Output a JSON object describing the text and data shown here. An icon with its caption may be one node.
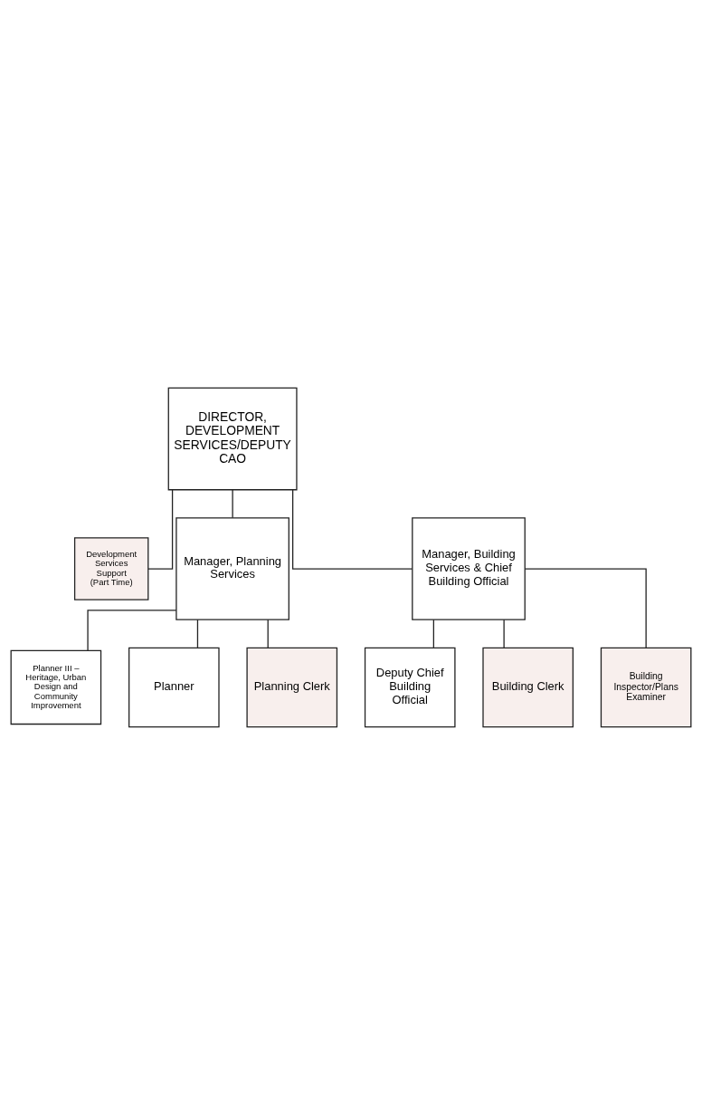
{
  "diagram": {
    "nodes": [
      {
        "text": [
          "DIRECTOR, DEVELOPMENT SERVICES/DEPUTY CAO"
        ]
      },
      {
        "text": [
          "Development Services Support (Part Time)"
        ]
      },
      {
        "text": [
          "Manager, Planning Services"
        ]
      },
      {
        "text": [
          "Manager, Building Services & Chief Building Official"
        ]
      },
      {
        "text": [
          "Planner III – Heritage, Urban Design and Community Improvement"
        ]
      },
      {
        "text": [
          "Planner"
        ]
      },
      {
        "text": [
          "Planning Clerk"
        ]
      },
      {
        "text": [
          "Deputy Chief Building Official"
        ]
      },
      {
        "text": [
          "Building Clerk"
        ]
      },
      {
        "text": [
          "Building Inspector/Plans Examiner"
        ]
      }
    ],
    "edges": [
      {
        "from": 0,
        "to": 1,
        "arrow": "none"
      },
      {
        "from": 0,
        "to": 2,
        "arrow": "none"
      },
      {
        "from": 0,
        "to": 3,
        "arrow": "none"
      },
      {
        "from": 2,
        "to": 4,
        "arrow": "none"
      },
      {
        "from": 2,
        "to": 5,
        "arrow": "none"
      },
      {
        "from": 2,
        "to": 6,
        "arrow": "none"
      },
      {
        "from": 3,
        "to": 7,
        "arrow": "none"
      },
      {
        "from": 3,
        "to": 8,
        "arrow": "none"
      },
      {
        "from": 3,
        "to": 9,
        "arrow": "none"
      }
    ]
  }
}
